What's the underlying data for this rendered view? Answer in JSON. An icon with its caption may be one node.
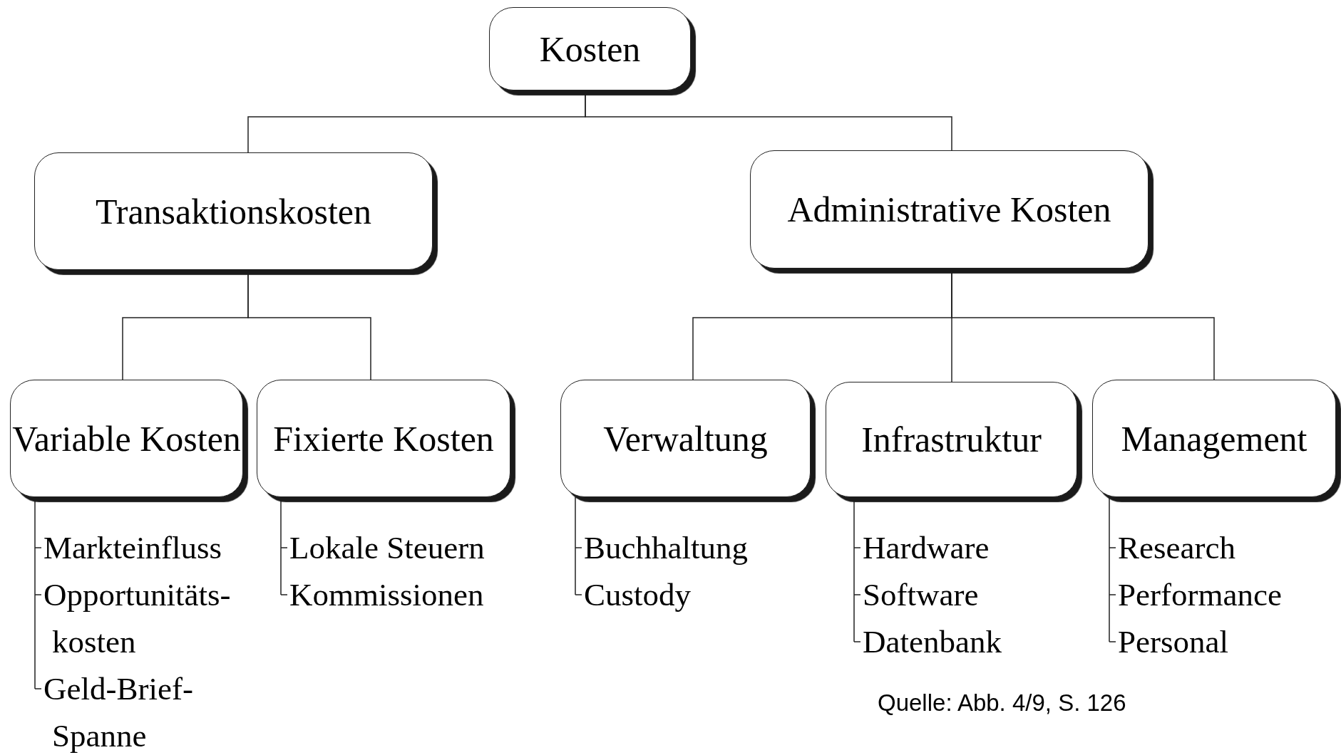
{
  "diagram": {
    "caption": "Quelle: Abb. 4/9, S. 126",
    "nodes": [
      {
        "text": [
          "Kosten"
        ]
      },
      {
        "text": [
          "Transaktionskosten"
        ]
      },
      {
        "text": [
          "Administrative Kosten"
        ]
      },
      {
        "text": [
          "Variable Kosten"
        ],
        "beside": [
          "Markteinfluss",
          "Opportunitäts- kosten",
          "Geld-Brief- Spanne"
        ]
      },
      {
        "text": [
          "Fixierte Kosten"
        ],
        "beside": [
          "Lokale Steuern",
          "Kommissionen"
        ]
      },
      {
        "text": [
          "Verwaltung"
        ],
        "beside": [
          "Buchhaltung",
          "Custody"
        ]
      },
      {
        "text": [
          "Infrastruktur"
        ],
        "beside": [
          "Hardware",
          "Software",
          "Datenbank"
        ]
      },
      {
        "text": [
          "Management"
        ],
        "beside": [
          "Research",
          "Performance",
          "Personal"
        ]
      }
    ],
    "edges": [
      {
        "from": 0,
        "to": 1,
        "arrow": "none"
      },
      {
        "from": 0,
        "to": 2,
        "arrow": "none"
      },
      {
        "from": 1,
        "to": 3,
        "arrow": "none"
      },
      {
        "from": 1,
        "to": 4,
        "arrow": "none"
      },
      {
        "from": 2,
        "to": 5,
        "arrow": "none"
      },
      {
        "from": 2,
        "to": 6,
        "arrow": "none"
      },
      {
        "from": 2,
        "to": 7,
        "arrow": "none"
      }
    ]
  }
}
